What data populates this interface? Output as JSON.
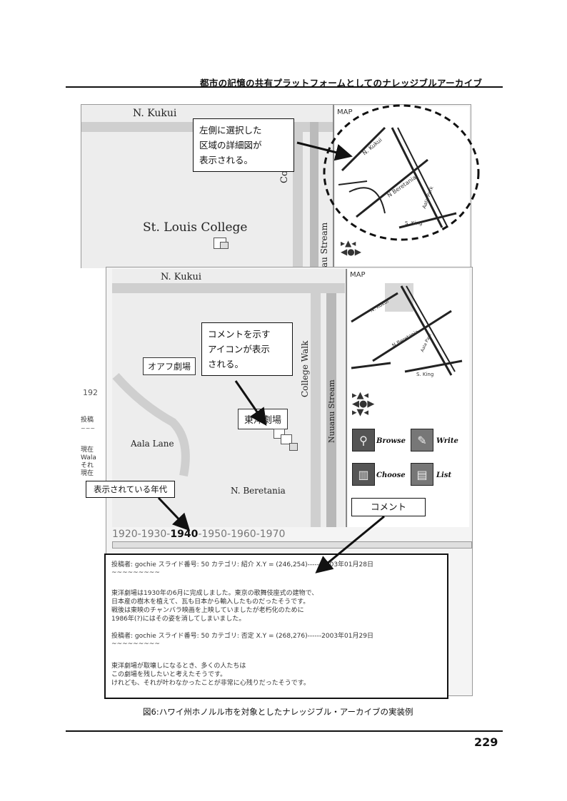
{
  "header": {
    "title": "都市の記憶の共有プラットフォームとしてのナレッジブルアーカイブ"
  },
  "top_panel": {
    "street_top": "N. Kukui",
    "college": "St. Louis College",
    "college_walk": "College Walk",
    "stream_partial": "au Stream",
    "map_label": "MAP",
    "minimap_streets": [
      "N. Kukui",
      "N Beretania",
      "Aala Park",
      "S. King"
    ],
    "callout": "左側に選択した\n区域の詳細図が\n表示される。"
  },
  "left_peek": {
    "year_partial": "192",
    "post_partial": "投稿",
    "lines": [
      "現在",
      "Wala",
      "それ",
      "現在"
    ]
  },
  "bottom_panel": {
    "street_top": "N. Kukui",
    "theater_a": "オアフ劇場",
    "theater_b": "東洋劇場",
    "aala_lane": "Aala Lane",
    "college_walk": "College Walk",
    "nuuanu_stream": "Nuuanu Stream",
    "beretania": "N. Beretania",
    "map_label": "MAP",
    "minimap_streets": [
      "N. Kukui",
      "N Beretania",
      "Aala Park",
      "S. King"
    ],
    "callout_icon": "コメントを示す\nアイコンが表示\nされる。",
    "callout_era": "表示されている年代",
    "callout_comment": "コメント",
    "buttons": [
      {
        "label": "Browse"
      },
      {
        "label": "Write"
      },
      {
        "label": "Choose"
      },
      {
        "label": "List"
      }
    ],
    "timeline": {
      "before": "1920-1930-",
      "current": "1940",
      "after": "-1950-1960-1970"
    }
  },
  "comments": [
    {
      "meta": "投稿者: gochie スライド番号: 50 カテゴリ: 紹介 X.Y = (246,254)------2003年01月28日",
      "divider": "~~~~~~~~~",
      "body": [
        "東洋劇場は1930年の6月に完成しました。東京の歌舞伎座式の建物で、",
        "日本産の樹木を植えて、瓦も日本から輸入したものだったそうです。",
        "戦後は東映のチャンバラ映画を上映していましたが老朽化のために",
        "1986年(?)にはその姿を消してしまいました。"
      ]
    },
    {
      "meta": "投稿者: gochie スライド番号: 50 カテゴリ: 否定 X.Y = (268,276)------2003年01月29日",
      "divider": "~~~~~~~~~",
      "body": [
        "東洋劇場が取壊しになるとき、多くの人たちは",
        "この劇場を残したいと考えたそうです。",
        "けれども、それが叶わなかったことが非常に心残りだったそうです。"
      ]
    }
  ],
  "caption": "図6:ハワイ州ホノルル市を対象としたナレッジブル・アーカイブの実装例",
  "page_number": "229"
}
